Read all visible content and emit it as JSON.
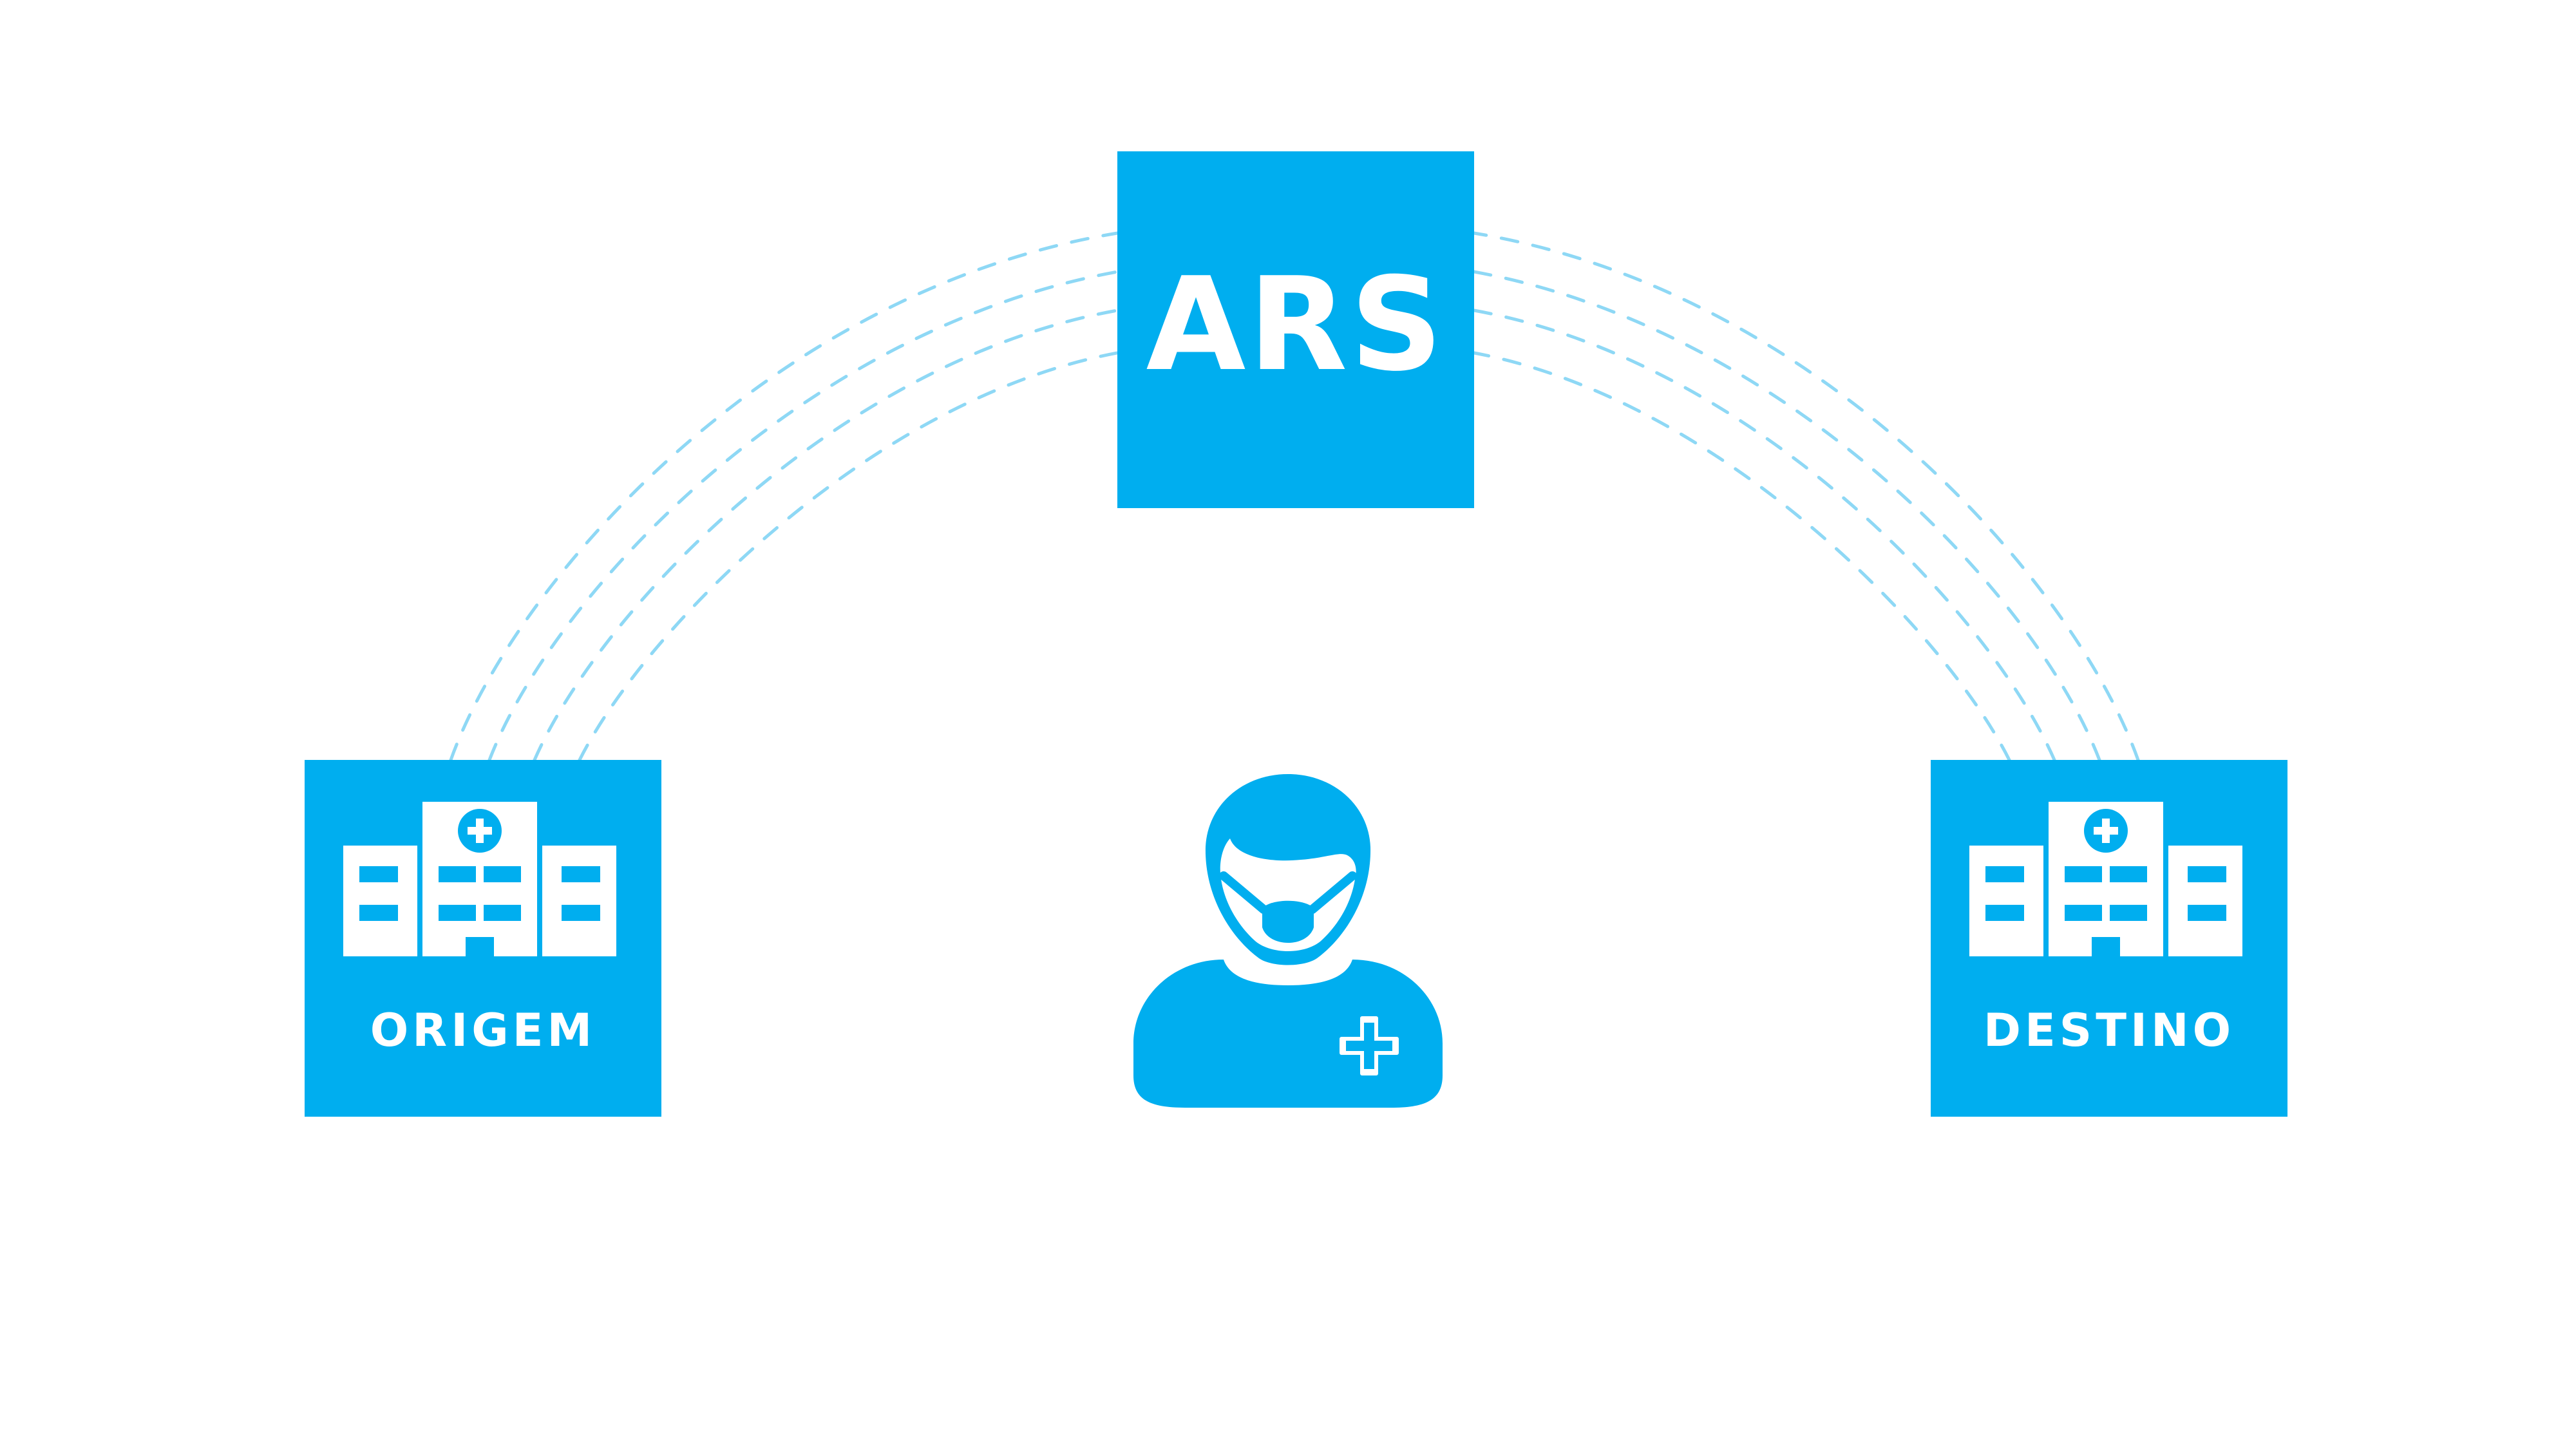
{
  "colors": {
    "accent": "#00AEEF",
    "connector": "#8ED8F5",
    "background": "#FFFFFF"
  },
  "nodes": {
    "ars": {
      "label": "ARS"
    },
    "origem": {
      "label": "ORIGEM",
      "icon": "hospital-icon"
    },
    "destino": {
      "label": "DESTINO",
      "icon": "hospital-icon"
    },
    "patient": {
      "icon": "masked-patient-icon"
    }
  }
}
